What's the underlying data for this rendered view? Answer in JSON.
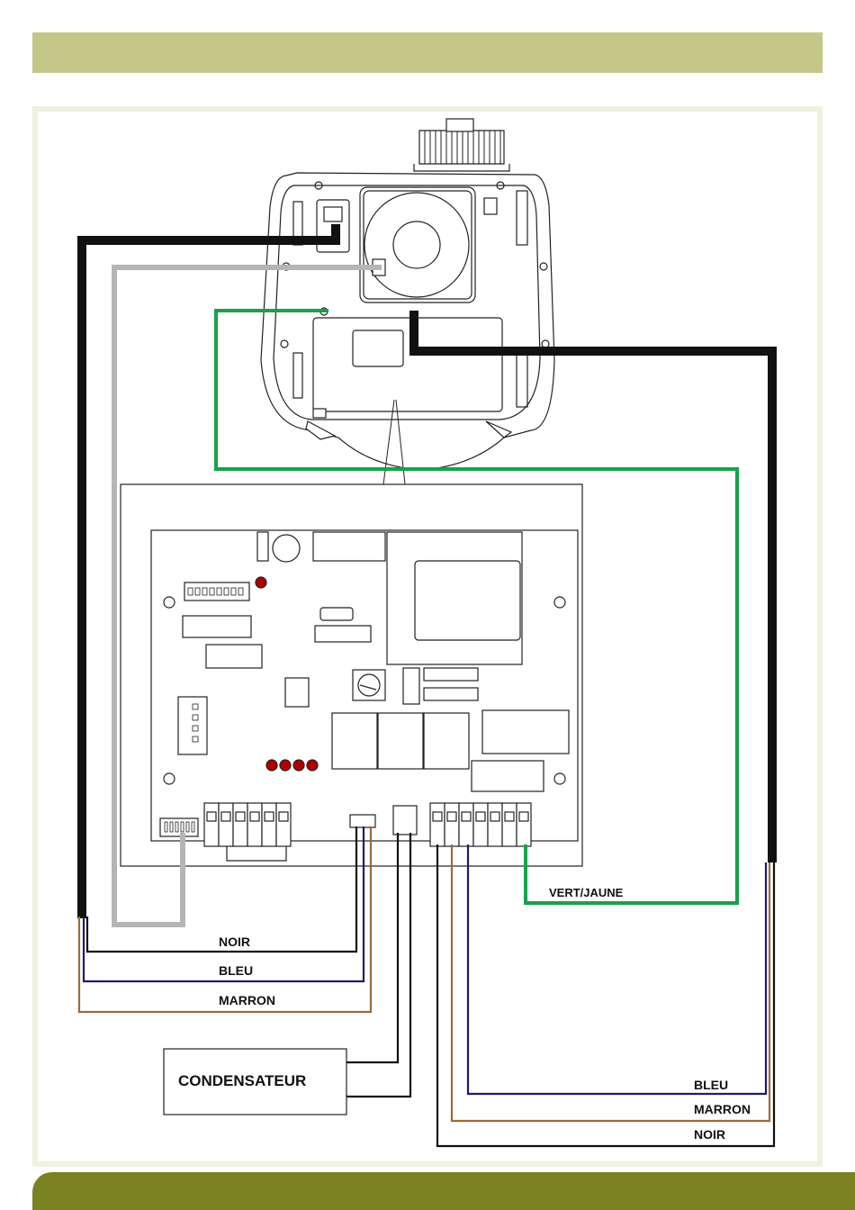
{
  "colors": {
    "header_band": "#c4c787",
    "footer_band": "#7a8320",
    "frame_border": "#f0f1e1",
    "wire_black": "#111111",
    "wire_grey": "#b5b5b5",
    "wire_green": "#16a34a",
    "wire_blue": "#1e1b6e",
    "wire_brown": "#9b6a3c"
  },
  "labels": {
    "noir_left": "NOIR",
    "bleu_left": "BLEU",
    "marron_left": "MARRON",
    "vert_jaune": "VERT/JAUNE",
    "bleu_right": "BLEU",
    "marron_right": "MARRON",
    "noir_right": "NOIR",
    "condensateur": "CONDENSATEUR"
  }
}
